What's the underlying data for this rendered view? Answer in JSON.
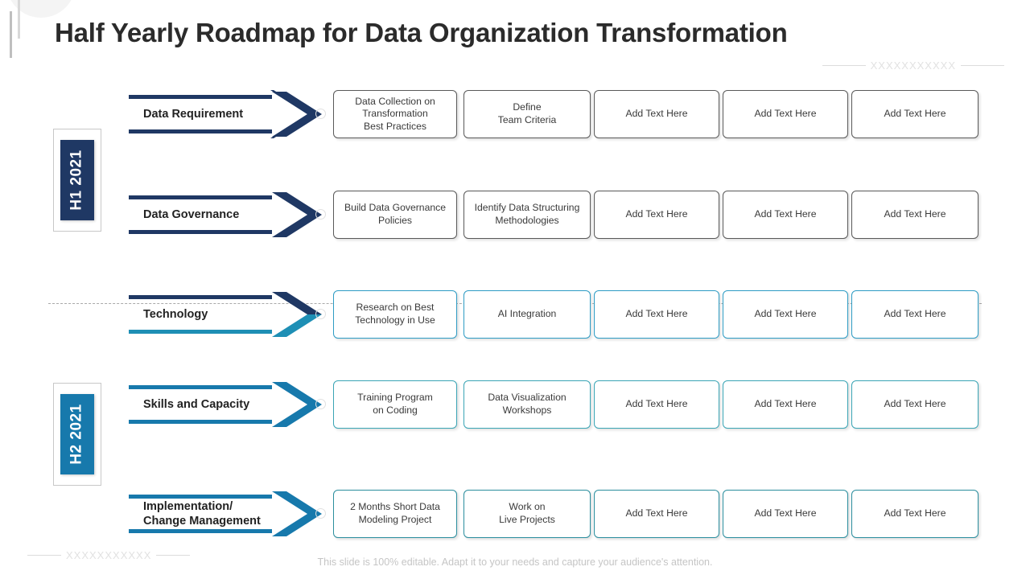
{
  "slide": {
    "title": "Half Yearly Roadmap for Data Organization Transformation",
    "footer_note": "This slide is 100% editable. Adapt it to your needs and capture your audience's attention.",
    "decor_x_text": "XXXXXXXXXXX"
  },
  "colors": {
    "navy": "#1F3864",
    "teal": "#1779AC",
    "card_border_dark": "#595959",
    "card_border_teal": "#2E9CC4",
    "title_text": "#2B2B2B",
    "footer_text": "#C5C5C5",
    "divider": "#A9A9A9"
  },
  "periods": [
    {
      "label": "H1 2021",
      "color": "#1F3864"
    },
    {
      "label": "H2 2021",
      "color": "#1779AC"
    }
  ],
  "rows": [
    {
      "label": "Data Requirement",
      "arrow_color": "#1F3864",
      "cards": [
        "Data Collection on\nTransformation\nBest Practices",
        "Define\nTeam Criteria",
        "Add Text Here",
        "Add Text Here",
        "Add Text Here"
      ]
    },
    {
      "label": "Data Governance",
      "arrow_color": "#1F3864",
      "cards": [
        "Build Data Governance\nPolicies",
        "Identify Data Structuring\nMethodologies",
        "Add Text Here",
        "Add Text Here",
        "Add Text Here"
      ]
    },
    {
      "label": "Technology",
      "arrow_color": "#1F3864",
      "arrow_color_bottom": "#1E8FB5",
      "cards": [
        "Research on Best\nTechnology in Use",
        "AI Integration",
        "Add Text Here",
        "Add Text Here",
        "Add Text Here"
      ]
    },
    {
      "label": "Skills and Capacity",
      "arrow_color": "#1779AC",
      "cards": [
        "Training Program\non Coding",
        "Data Visualization\nWorkshops",
        "Add Text Here",
        "Add Text Here",
        "Add Text Here"
      ]
    },
    {
      "label": "Implementation/\nChange Management",
      "arrow_color": "#1779AC",
      "cards": [
        "2 Months Short Data\nModeling Project",
        "Work on\nLive Projects",
        "Add Text Here",
        "Add Text Here",
        "Add Text Here"
      ]
    }
  ]
}
